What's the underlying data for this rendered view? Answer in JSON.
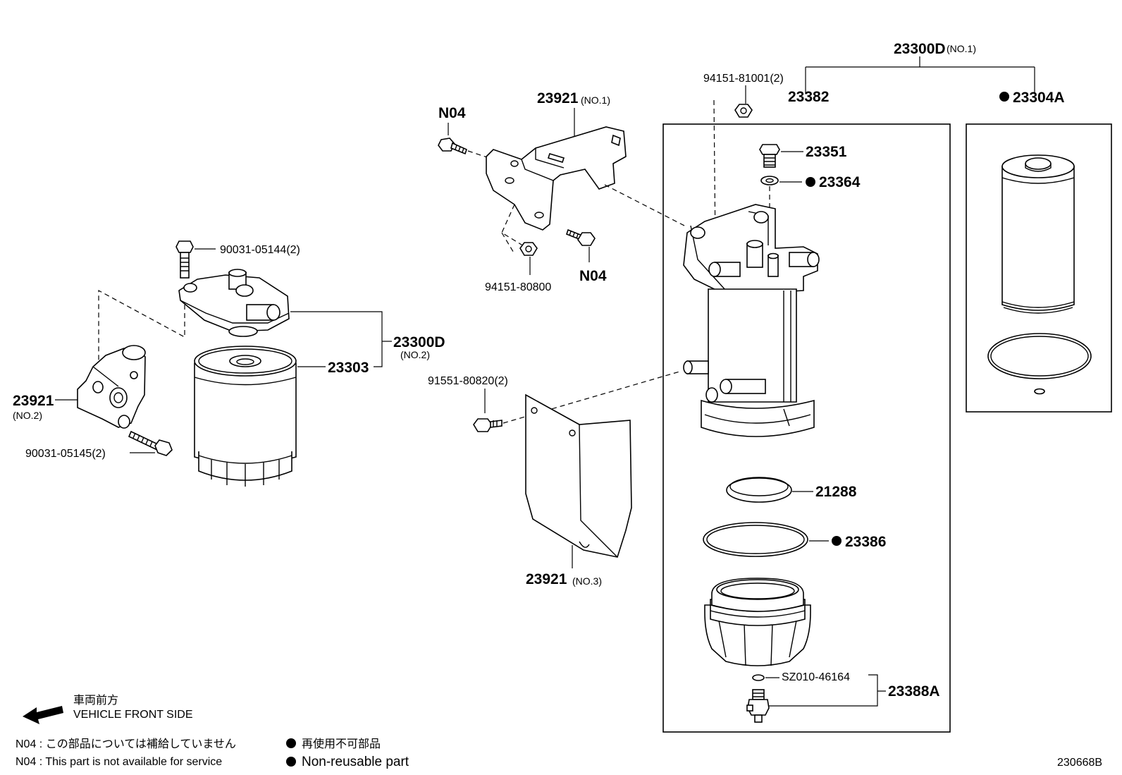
{
  "diagram_id": "230668B",
  "labels": {
    "assy_no1": "23300D",
    "assy_no1_sub": "(NO.1)",
    "nut_top": "94151-81001(2)",
    "case": "23382",
    "element": "23304A",
    "plug": "23351",
    "gasket": "23364",
    "bracket1": "23921",
    "bracket1_sub": "(NO.1)",
    "n04_top": "N04",
    "n04_bottom": "N04",
    "nut_bracket": "94151-80800",
    "bolt_upper": "90031-05144(2)",
    "assy_no2": "23300D",
    "assy_no2_sub": "(NO.2)",
    "filter_cart": "23303",
    "bracket2": "23921",
    "bracket2_sub": "(NO.2)",
    "bolt_lower": "90031-05145(2)",
    "screw": "91551-80820(2)",
    "bracket3": "23921",
    "bracket3_sub": "(NO.3)",
    "ring": "21288",
    "oring": "23386",
    "drain_oring": "SZ010-46164",
    "drain": "23388A"
  },
  "notes": {
    "direction_jp": "車両前方",
    "direction_en": "VEHICLE FRONT SIDE",
    "n04_jp": "N04 : この部品については補給していません",
    "n04_en": "N04 : This part is not available for service",
    "nonreuse_jp": "再使用不可部品",
    "nonreuse_en": "Non-reusable part"
  },
  "icons": {
    "non_reusable": "filled-circle-icon",
    "direction": "arrow-left-icon"
  }
}
